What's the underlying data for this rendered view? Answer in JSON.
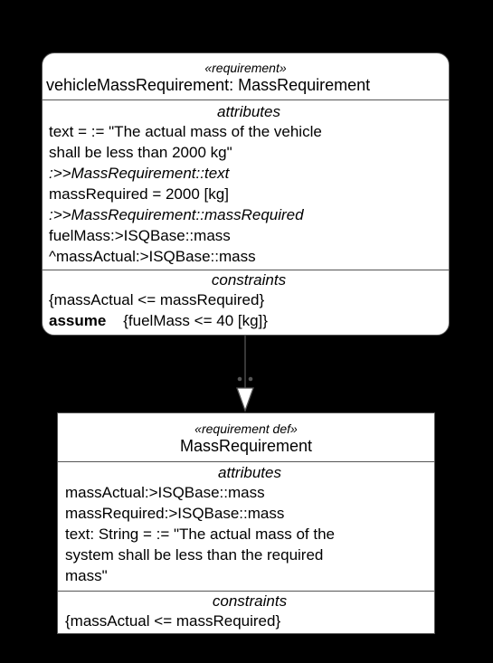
{
  "usage": {
    "stereotype": "«requirement»",
    "name": "vehicleMassRequirement: MassRequirement",
    "attributes_title": "attributes",
    "attributes": [
      "text = := \"The actual mass of the vehicle",
      "shall be less than 2000 kg\"",
      ":>>MassRequirement::text",
      "massRequired = 2000 [kg]",
      ":>>MassRequirement::massRequired",
      "fuelMass:>ISQBase::mass",
      "^massActual:>ISQBase::mass"
    ],
    "constraints_title": "constraints",
    "constraint": "{massActual <= massRequired}",
    "assume_keyword": "assume",
    "assume_expr": "{fuelMass <= 40 [kg]}"
  },
  "definition": {
    "stereotype": "«requirement def»",
    "name": "MassRequirement",
    "attributes_title": "attributes",
    "attributes": [
      "massActual:>ISQBase::mass",
      "massRequired:>ISQBase::mass",
      "text: String = := \"The actual mass of the",
      "system shall be less than the required",
      "mass\""
    ],
    "constraints_title": "constraints",
    "constraint": "{massActual <= massRequired}"
  },
  "colors": {
    "background": "#000000",
    "box_fill": "#ffffff",
    "edge": "#555555"
  }
}
